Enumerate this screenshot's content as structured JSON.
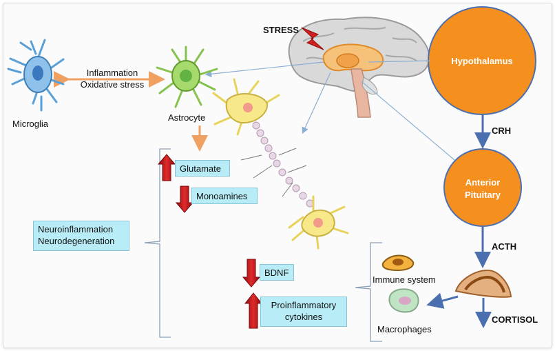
{
  "labels": {
    "stress": "STRESS",
    "inflammation": "Inflammation",
    "oxidative_stress": "Oxidative stress",
    "microglia": "Microglia",
    "astrocyte": "Astrocyte",
    "hypothalamus": "Hypothalamus",
    "crh": "CRH",
    "anterior_pituitary_1": "Anterior",
    "anterior_pituitary_2": "Pituitary",
    "acth": "ACTH",
    "cortisol": "CORTISOL",
    "immune_system": "Immune system",
    "macrophages": "Macrophages"
  },
  "boxes": {
    "glutamate": "Glutamate",
    "monoamines": "Monoamines",
    "neuro_1": "Neuroinflammation",
    "neuro_2": "Neurodegeneration",
    "bdnf": "BDNF",
    "cytokines_1": "Proinflammatory",
    "cytokines_2": "cytokines"
  },
  "colors": {
    "orange": "#f28b1d",
    "blue_arrow": "#4c6fb0",
    "light_blue_line": "#8aaed4",
    "box_fill": "#b8ecf7",
    "red_arrow": "#c8161d",
    "astro_green": "#7ec850",
    "microglia_blue": "#5aa0d8",
    "neuron_yellow": "#f7e88a"
  },
  "icons": [
    "lightning-bolt-icon",
    "up-arrow-icon",
    "down-arrow-icon"
  ]
}
